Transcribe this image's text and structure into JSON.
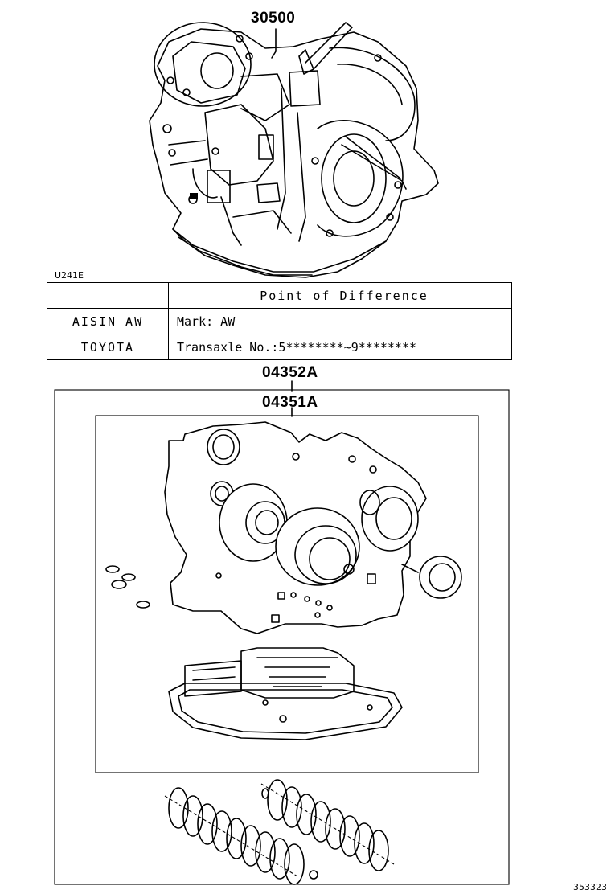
{
  "part_numbers": {
    "transaxle": "30500",
    "overhaul_kit": "04352A",
    "gasket_kit": "04351A"
  },
  "model_code": "U241E",
  "table": {
    "header": "Point of Difference",
    "rows": [
      {
        "maker": "AISIN AW",
        "difference": "Mark: AW"
      },
      {
        "maker": "TOYOTA",
        "difference": "Transaxle No.:5********~9********"
      }
    ]
  },
  "illustration_id": "353323"
}
